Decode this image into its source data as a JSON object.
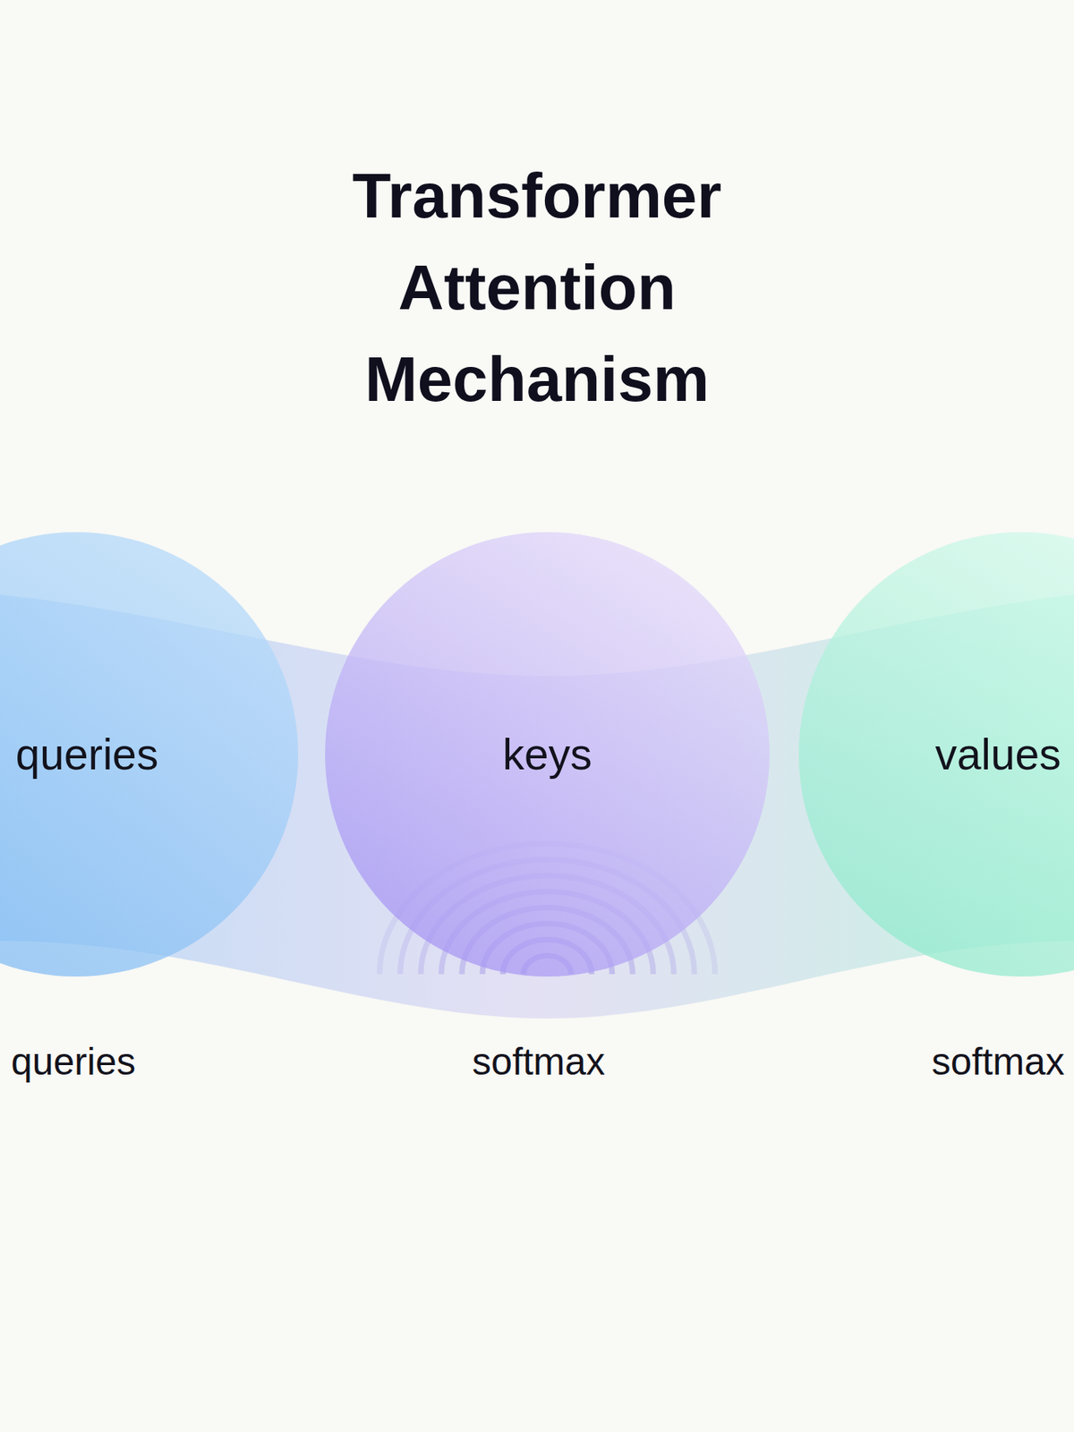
{
  "diagram": {
    "title": "Transformer Attention Mechanism",
    "nodes": [
      {
        "text": [
          "queries"
        ]
      },
      {
        "text": [
          "keys"
        ]
      },
      {
        "text": [
          "values"
        ]
      }
    ],
    "labels": [
      "queries",
      "softmax",
      "softmax"
    ]
  }
}
